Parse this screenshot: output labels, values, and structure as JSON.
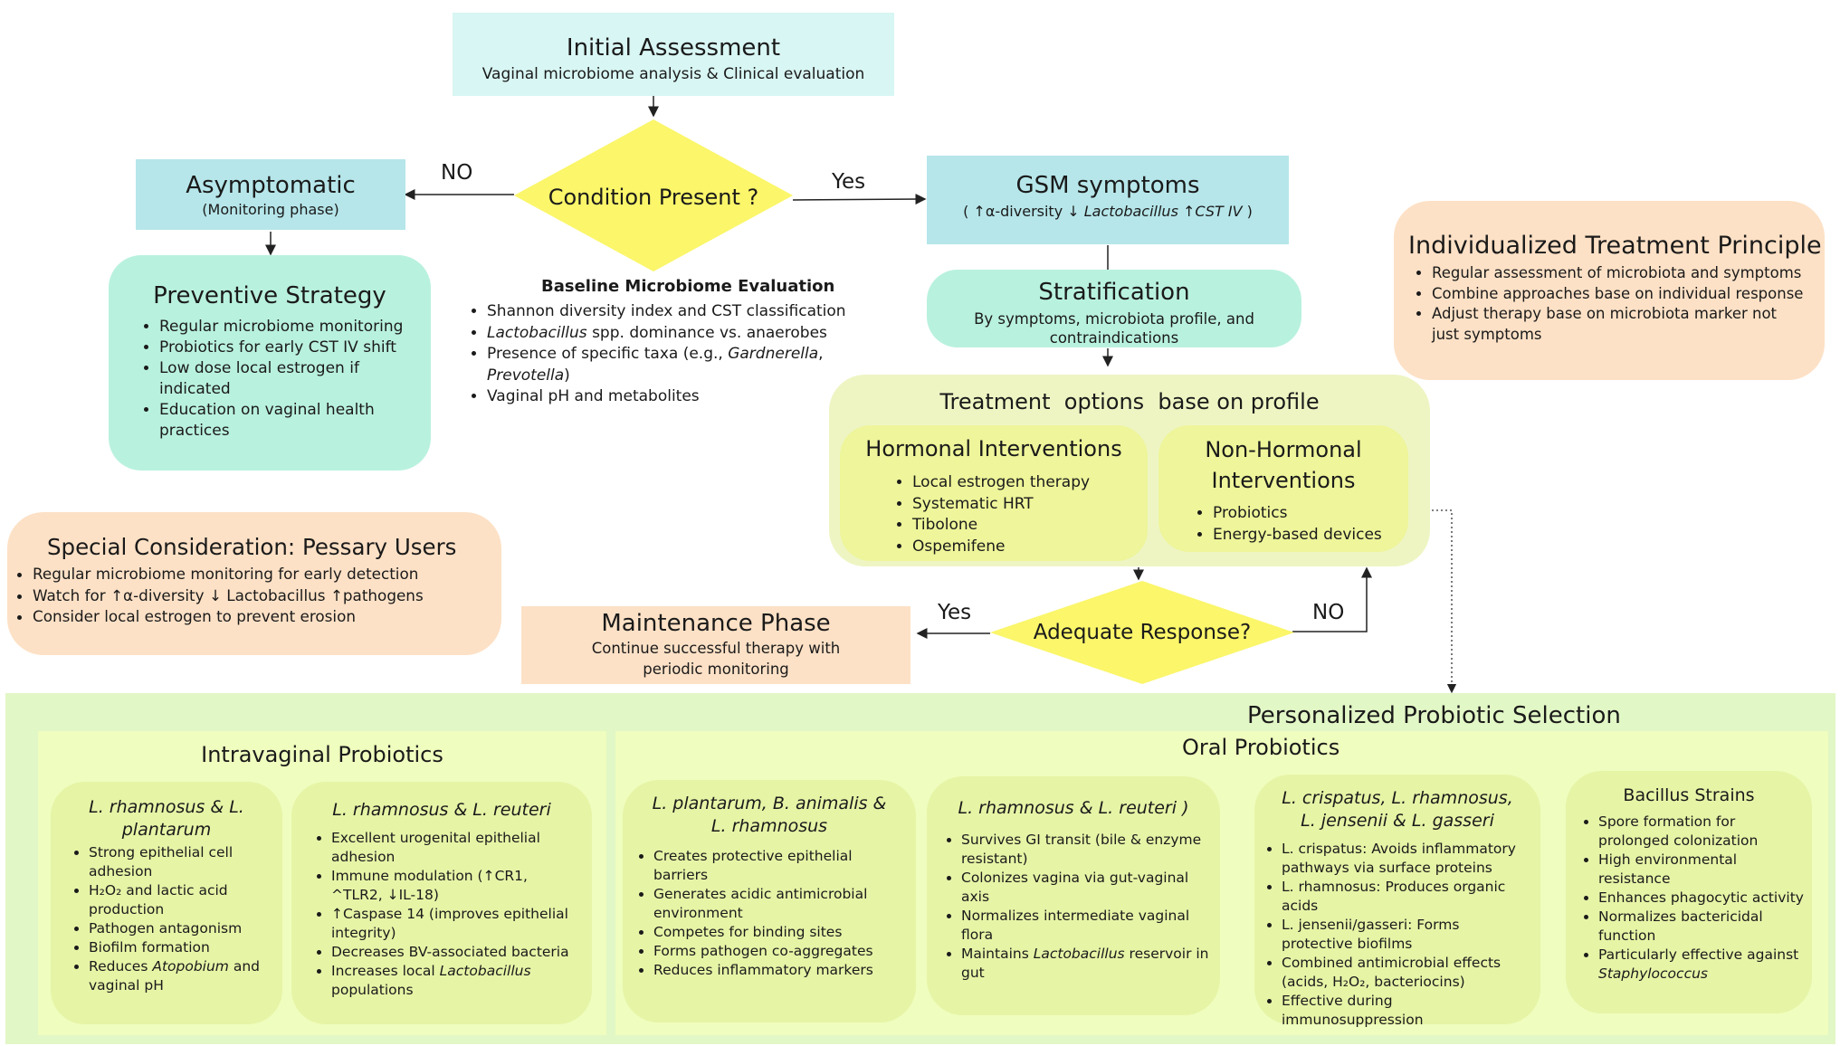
{
  "initial": {
    "title": "Initial Assessment",
    "subtitle": "Vaginal microbiome analysis & Clinical evaluation"
  },
  "decision1": {
    "label": "Condition Present ?",
    "no": "NO",
    "yes": "Yes"
  },
  "asymptomatic": {
    "title": "Asymptomatic",
    "subtitle": "(Monitoring phase)"
  },
  "gsm": {
    "title": "GSM symptoms",
    "sub_a": "( ↑α-diversity ↓",
    "sub_b": "Lactobacillus",
    "sub_c": " ↑",
    "sub_d": "CST IV",
    ")": ")"
  },
  "preventive": {
    "title": "Preventive Strategy",
    "items": [
      "Regular microbiome monitoring",
      "Probiotics for early CST IV shift",
      "Low dose local estrogen if indicated",
      "Education on vaginal health practices"
    ]
  },
  "baseline": {
    "title": "Baseline Microbiome Evaluation",
    "i1": "Shannon diversity index and CST classification",
    "i2_it": "Lactobacillus",
    "i2": " spp. dominance vs. anaerobes",
    "i3": "Presence of specific taxa (e.g., ",
    "i3_it1": "Gardnerella",
    "i3_sep": ", ",
    "i3_it2": "Prevotella",
    "i3_end": ")",
    "i4": "Vaginal pH and metabolites"
  },
  "stratification": {
    "title": "Stratification",
    "subtitle": "By symptoms, microbiota profile, and contraindications"
  },
  "individualized": {
    "title": "Individualized Treatment Principle",
    "items": [
      "Regular assessment of microbiota and symptoms",
      "Combine approaches base on individual response",
      "Adjust therapy base on microbiota marker not just symptoms"
    ]
  },
  "treatment": {
    "title": "Treatment  options  base on profile",
    "hormonal": {
      "title": "Hormonal Interventions",
      "items": [
        "Local estrogen therapy",
        "Systematic HRT",
        "Tibolone",
        "Ospemifene"
      ]
    },
    "nonhormonal": {
      "title": "Non-Hormonal Interventions",
      "items": [
        "Probiotics",
        "Energy-based devices"
      ]
    }
  },
  "pessary": {
    "title": "Special Consideration: Pessary Users",
    "items": [
      "Regular microbiome monitoring for early detection",
      "Watch for ↑α-diversity ↓ Lactobacillus ↑pathogens",
      "Consider local estrogen to prevent erosion"
    ]
  },
  "maintenance": {
    "title": "Maintenance Phase",
    "subtitle": "Continue successful therapy with periodic monitoring"
  },
  "decision2": {
    "label": "Adequate Response?",
    "yes": "Yes",
    "no": "NO"
  },
  "probiotic": {
    "title": "Personalized Probiotic Selection",
    "intravaginal": {
      "title": "Intravaginal Probiotics",
      "card1": {
        "title": "L. rhamnosus & L. plantarum",
        "items": [
          "Strong epithelial cell adhesion",
          "H₂O₂ and lactic acid production",
          "Pathogen antagonism",
          "Biofilm formation"
        ],
        "last_a": "Reduces ",
        "last_it": "Atopobium",
        "last_b": " and vaginal pH"
      },
      "card2": {
        "title": "L. rhamnosus & L. reuteri",
        "items": [
          "Excellent urogenital epithelial adhesion",
          "Immune modulation (↑CR1, ^TLR2, ↓IL-18)",
          "↑Caspase 14 (improves epithelial integrity)",
          "Decreases BV-associated bacteria"
        ],
        "last_a": "Increases local ",
        "last_it": "Lactobacillus",
        "last_b": " populations"
      }
    },
    "oral": {
      "title": "Oral Probiotics",
      "card1": {
        "title": "L. plantarum, B. animalis & L. rhamnosus",
        "items": [
          "Creates protective epithelial barriers",
          "Generates acidic antimicrobial environment",
          "Competes for binding sites",
          "Forms pathogen co-aggregates",
          "Reduces inflammatory markers"
        ]
      },
      "card2": {
        "title": "L. rhamnosus & L. reuteri )",
        "items": [
          "Survives GI transit (bile & enzyme resistant)",
          "Colonizes vagina via gut-vaginal axis",
          "Normalizes intermediate vaginal flora"
        ],
        "last_a": "Maintains ",
        "last_it": "Lactobacillus",
        "last_b": " reservoir in gut"
      },
      "card3": {
        "title": "L. crispatus, L. rhamnosus, L. jensenii & L. gasseri",
        "items": [
          "L. crispatus: Avoids inflammatory pathways via surface proteins",
          "L. rhamnosus: Produces organic acids",
          "L. jensenii/gasseri: Forms protective biofilms",
          "Combined antimicrobial effects (acids, H₂O₂, bacteriocins)",
          "Effective during immunosuppression"
        ]
      },
      "card4": {
        "title": "Bacillus Strains",
        "items": [
          "Spore formation for prolonged colonization",
          "High environmental resistance",
          "Enhances phagocytic activity",
          "Normalizes bactericidal function"
        ],
        "last_a": "Particularly effective against ",
        "last_it": "Staphylococcus"
      }
    }
  },
  "colors": {
    "cyan": "#d8f6f3",
    "blueBox": "#b6e6ea",
    "mint": "#b9f1df",
    "yellow": "#fbf66a",
    "peach": "#fde1c6",
    "lime": "#effdbe",
    "limeCard": "#e6f4a6",
    "limeBand": "#e2f7c6",
    "treatBg": "#eef5c3"
  }
}
